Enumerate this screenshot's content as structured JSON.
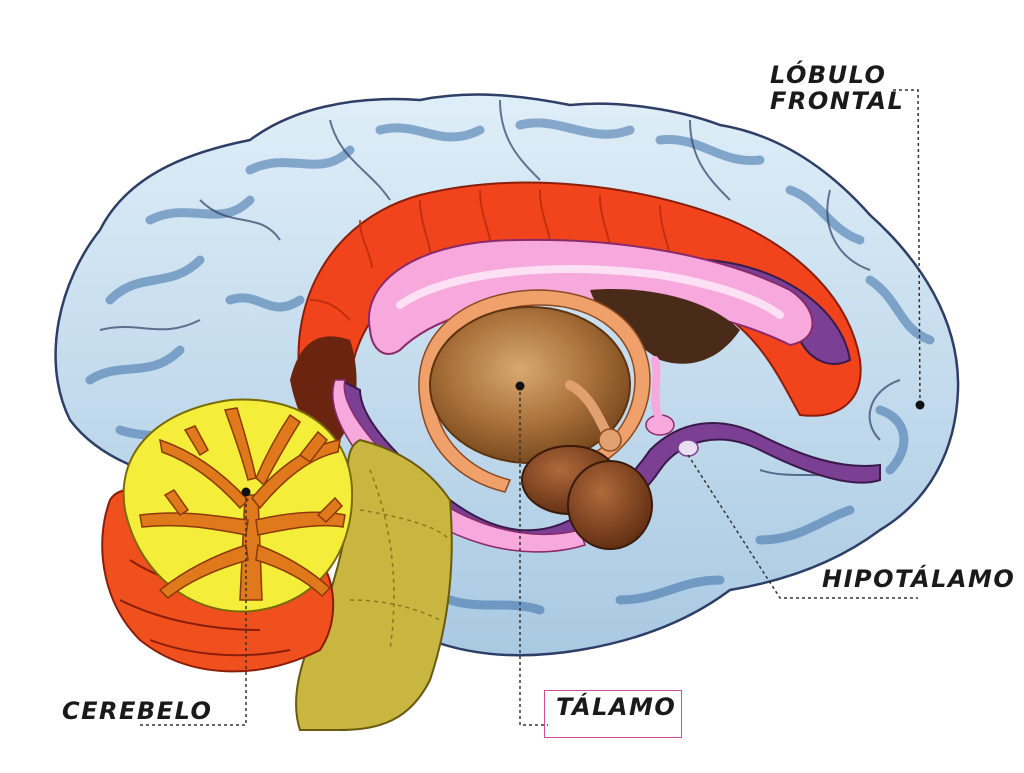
{
  "labels": {
    "frontal_line1": "LÓBULO",
    "frontal_line2": "FRONTAL",
    "hipotalamo": "HIPOTÁLAMO",
    "cerebelo": "CEREBELO",
    "talamo": "TÁLAMO"
  },
  "colors": {
    "cortex": "#b9d6ea",
    "cortex_shadow": "#3c6fa8",
    "cingulate": "#f2441c",
    "corpus_callosum": "#f7a8dc",
    "fornix": "#7b3f94",
    "thalamus": "#b07a3c",
    "midbrain": "#8a4a22",
    "cerebellum_outer": "#f4ee3a",
    "cerebellum_tree": "#e0781c",
    "cerebellum_base": "#f0501e",
    "brainstem": "#c9b640",
    "highlight": "#d04d9a"
  }
}
